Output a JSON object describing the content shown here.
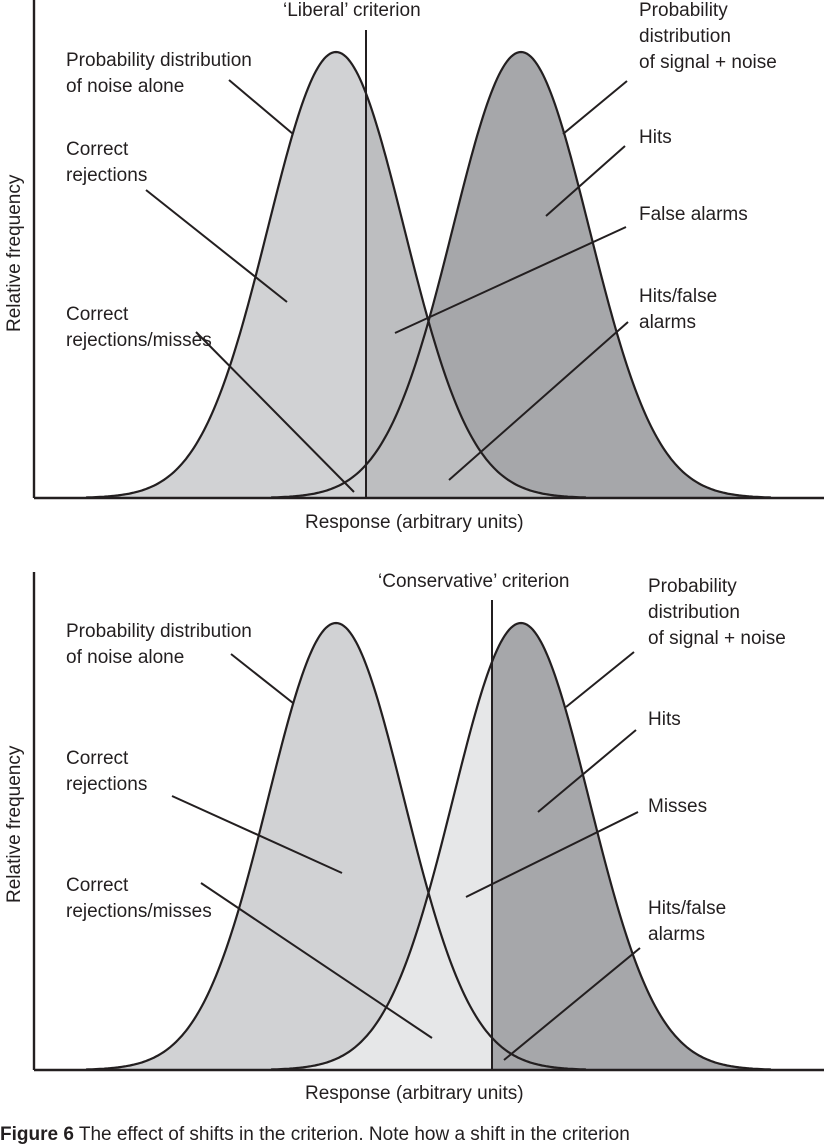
{
  "colors": {
    "noise_only": "#d1d2d4",
    "signal_only": "#a6a7aa",
    "overlap_liberal": "#bdbec0",
    "overlap_conservative": "#e6e7e8",
    "stroke": "#231f20"
  },
  "top_panel": {
    "criterion_label": "‘Liberal’ criterion",
    "y_axis_label": "Relative frequency",
    "x_axis_label": "Response (arbitrary units)",
    "labels": {
      "noise_dist": "Probability distribution\nof noise alone",
      "correct_rejections": "Correct\nrejections",
      "cr_misses": "Correct\nrejections/misses",
      "signal_dist": "Probability\ndistribution\nof signal + noise",
      "hits": "Hits",
      "false_alarms": "False alarms",
      "hits_fa": "Hits/false\nalarms"
    }
  },
  "bottom_panel": {
    "criterion_label": "‘Conservative’ criterion",
    "y_axis_label": "Relative frequency",
    "x_axis_label": "Response (arbitrary units)",
    "labels": {
      "noise_dist": "Probability distribution\nof noise alone",
      "correct_rejections": "Correct\nrejections",
      "cr_misses": "Correct\nrejections/misses",
      "signal_dist": "Probability\ndistribution\nof signal + noise",
      "hits": "Hits",
      "misses": "Misses",
      "hits_fa": "Hits/false\nalarms"
    }
  },
  "caption": {
    "figure_number": "Figure 6",
    "text": " The effect of shifts in the criterion. Note how a shift in the criterion"
  },
  "chart_data": [
    {
      "type": "area",
      "title": "‘Liberal’ criterion",
      "xlabel": "Response (arbitrary units)",
      "ylabel": "Relative frequency",
      "series": [
        {
          "name": "Probability distribution of noise alone",
          "mean": 336,
          "sd": 68,
          "peak": 1.0
        },
        {
          "name": "Probability distribution of signal + noise",
          "mean": 521,
          "sd": 68,
          "peak": 1.0
        }
      ],
      "criterion_x": 366,
      "regions": [
        "Correct rejections",
        "False alarms",
        "Hits",
        "Correct rejections/misses",
        "Hits/false alarms"
      ],
      "grid": false
    },
    {
      "type": "area",
      "title": "‘Conservative’ criterion",
      "xlabel": "Response (arbitrary units)",
      "ylabel": "Relative frequency",
      "series": [
        {
          "name": "Probability distribution of noise alone",
          "mean": 336,
          "sd": 68,
          "peak": 1.0
        },
        {
          "name": "Probability distribution of signal + noise",
          "mean": 521,
          "sd": 68,
          "peak": 1.0
        }
      ],
      "criterion_x": 492,
      "regions": [
        "Correct rejections",
        "Misses",
        "Hits",
        "Correct rejections/misses",
        "Hits/false alarms"
      ],
      "grid": false
    }
  ]
}
